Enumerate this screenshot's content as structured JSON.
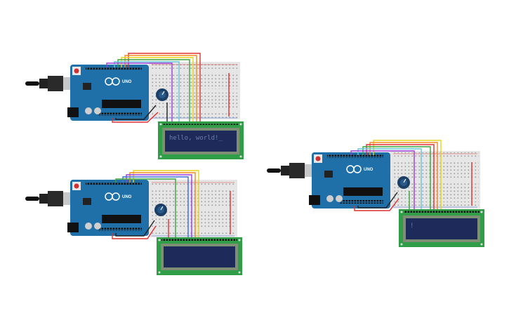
{
  "circuits": [
    {
      "id": "circuit-1",
      "board_label": "UNO",
      "lcd_text": "hello, world!_"
    },
    {
      "id": "circuit-2",
      "board_label": "UNO",
      "lcd_text": ""
    },
    {
      "id": "circuit-3",
      "board_label": "UNO",
      "lcd_text": "!"
    }
  ],
  "colors": {
    "board_blue": "#1f6fa8",
    "breadboard": "#e6e6e6",
    "lcd_pcb": "#2f9e47",
    "lcd_screen": "#1d2a5a",
    "wire_red": "#e03030",
    "wire_orange": "#f08a1c",
    "wire_yellow": "#e8d21c",
    "wire_green": "#3aa33a",
    "wire_blue": "#3d6fd8",
    "wire_purple": "#9a3dd8",
    "wire_cyan": "#63c7d8",
    "wire_black": "#222222"
  }
}
